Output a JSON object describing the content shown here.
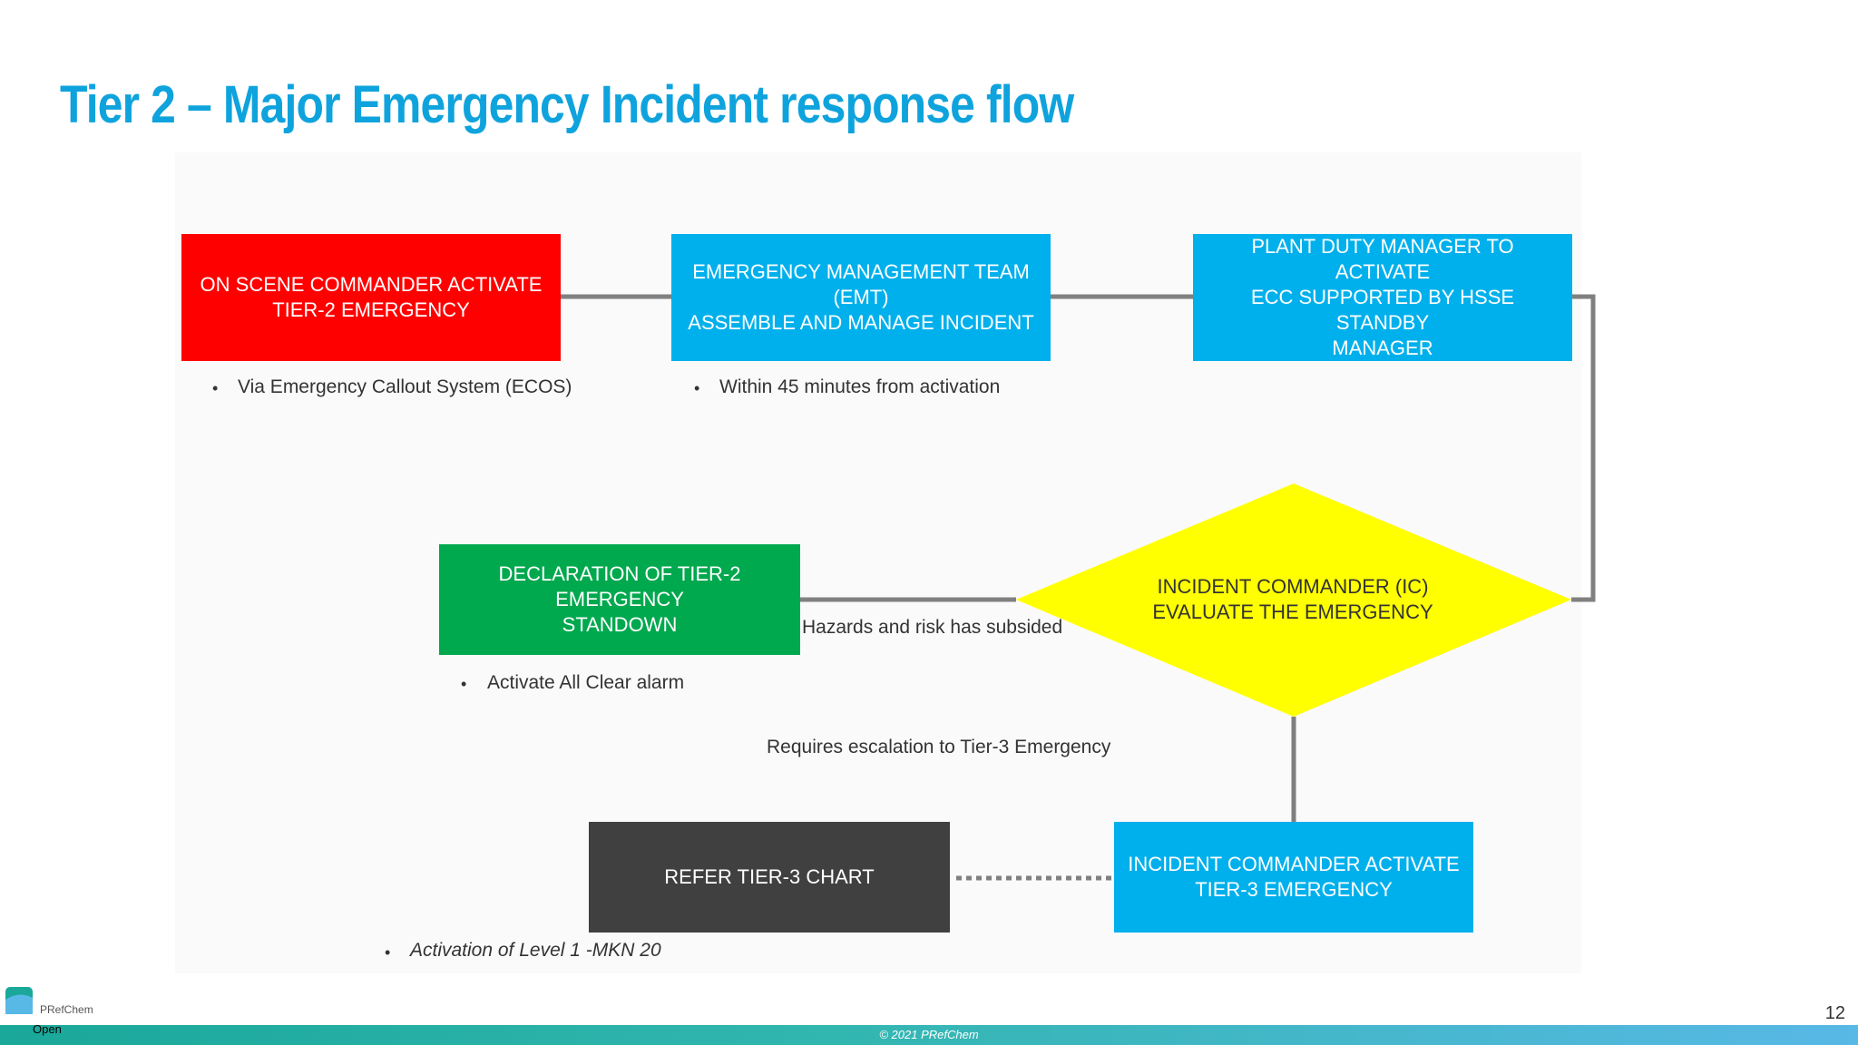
{
  "title": "Tier 2 – Major Emergency Incident response flow",
  "boxes": {
    "on_scene": "ON SCENE COMMANDER ACTIVATE\nTIER-2 EMERGENCY",
    "emt": "EMERGENCY MANAGEMENT TEAM (EMT)\nASSEMBLE AND MANAGE INCIDENT",
    "plant_duty": "PLANT DUTY MANAGER TO  ACTIVATE\nECC SUPPORTED BY HSSE STANDBY\nMANAGER",
    "ic_evaluate": "INCIDENT COMMANDER (IC)\nEVALUATE THE EMERGENCY",
    "standown": "DECLARATION OF TIER-2 EMERGENCY\nSTANDOWN",
    "refer_tier3": "REFER TIER-3 CHART",
    "ic_activate_tier3": "INCIDENT COMMANDER ACTIVATE\nTIER-3 EMERGENCY"
  },
  "notes": {
    "ecos": "Via Emergency Callout System (ECOS)",
    "within_45": "Within 45 minutes from activation",
    "all_clear": "Activate All Clear alarm",
    "level1": "Activation of Level 1 -MKN 20",
    "hazards": "Hazards and risk has subsided",
    "escalation": "Requires escalation to Tier-3 Emergency"
  },
  "bullet": "•",
  "colors": {
    "title": "#0fa3dd",
    "red": "#ff0000",
    "blue": "#00b0ec",
    "green": "#00a84e",
    "dark": "#404040",
    "diamond": "#ffff00",
    "connector": "#808080"
  },
  "footer": {
    "copyright": "© 2021 PRefChem",
    "page_number": "12",
    "logo_text": "PRefChem",
    "classification": "Open"
  }
}
